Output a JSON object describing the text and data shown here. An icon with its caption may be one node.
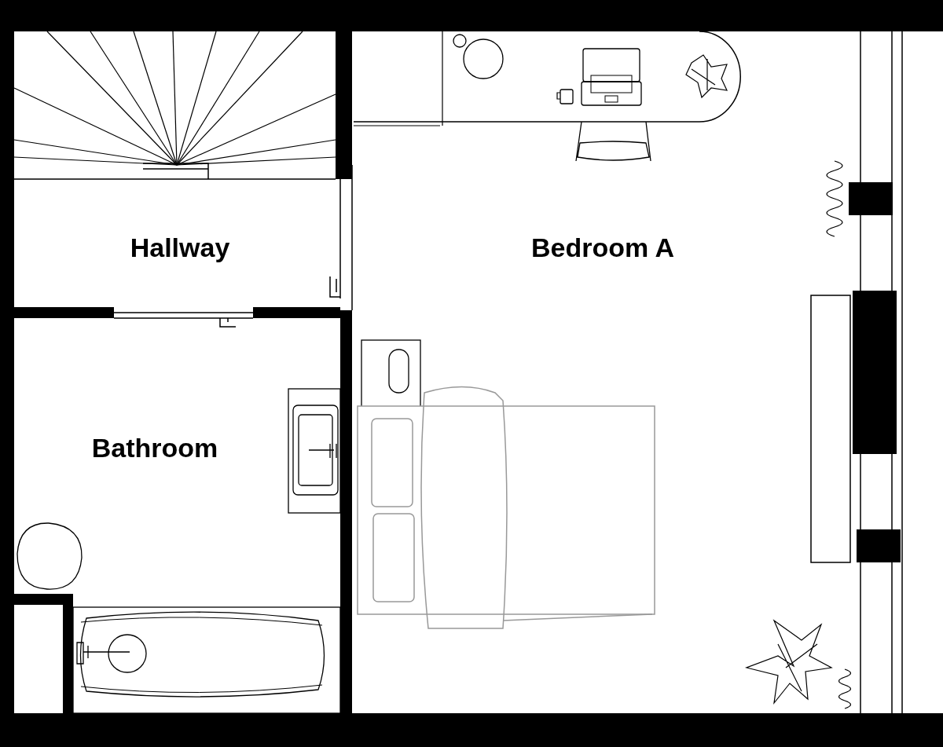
{
  "diagram": {
    "labels": [
      "Hallway",
      "Bedroom A",
      "Bathroom"
    ]
  }
}
